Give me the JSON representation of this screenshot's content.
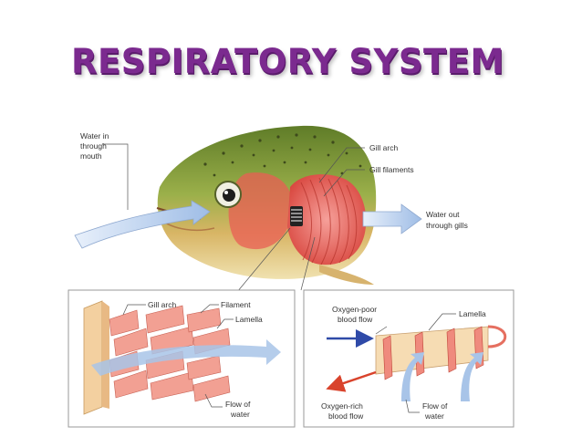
{
  "title": "RESPIRATORY SYSTEM",
  "labels": {
    "water_in_1": "Water in",
    "water_in_2": "through",
    "water_in_3": "mouth",
    "gill_arch_top": "Gill arch",
    "gill_filaments": "Gill filaments",
    "water_out_1": "Water out",
    "water_out_2": "through gills",
    "left_gill_arch": "Gill arch",
    "left_filament": "Filament",
    "left_lamella": "Lamella",
    "left_flow_1": "Flow of",
    "left_flow_2": "water",
    "oxy_poor_1": "Oxygen-poor",
    "oxy_poor_2": "blood flow",
    "right_lamella": "Lamella",
    "oxy_rich_1": "Oxygen-rich",
    "oxy_rich_2": "blood flow",
    "right_flow_1": "Flow of",
    "right_flow_2": "water"
  },
  "colors": {
    "title": "#7b2a8f",
    "fish_back": "#6f8a2e",
    "fish_belly": "#e9d59a",
    "gill": "#e8574f",
    "water_arrow": "#a8c4e8",
    "oxygen_poor": "#2f4aa8",
    "oxygen_rich": "#d9432c"
  }
}
